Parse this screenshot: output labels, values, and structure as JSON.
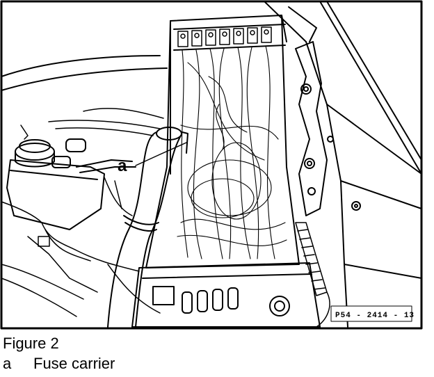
{
  "figure": {
    "callout_letter": "a",
    "plate_code": "P54 - 2414 - 13"
  },
  "caption": {
    "title": "Figure 2",
    "legend": [
      {
        "key": "a",
        "label": "Fuse carrier"
      }
    ]
  }
}
